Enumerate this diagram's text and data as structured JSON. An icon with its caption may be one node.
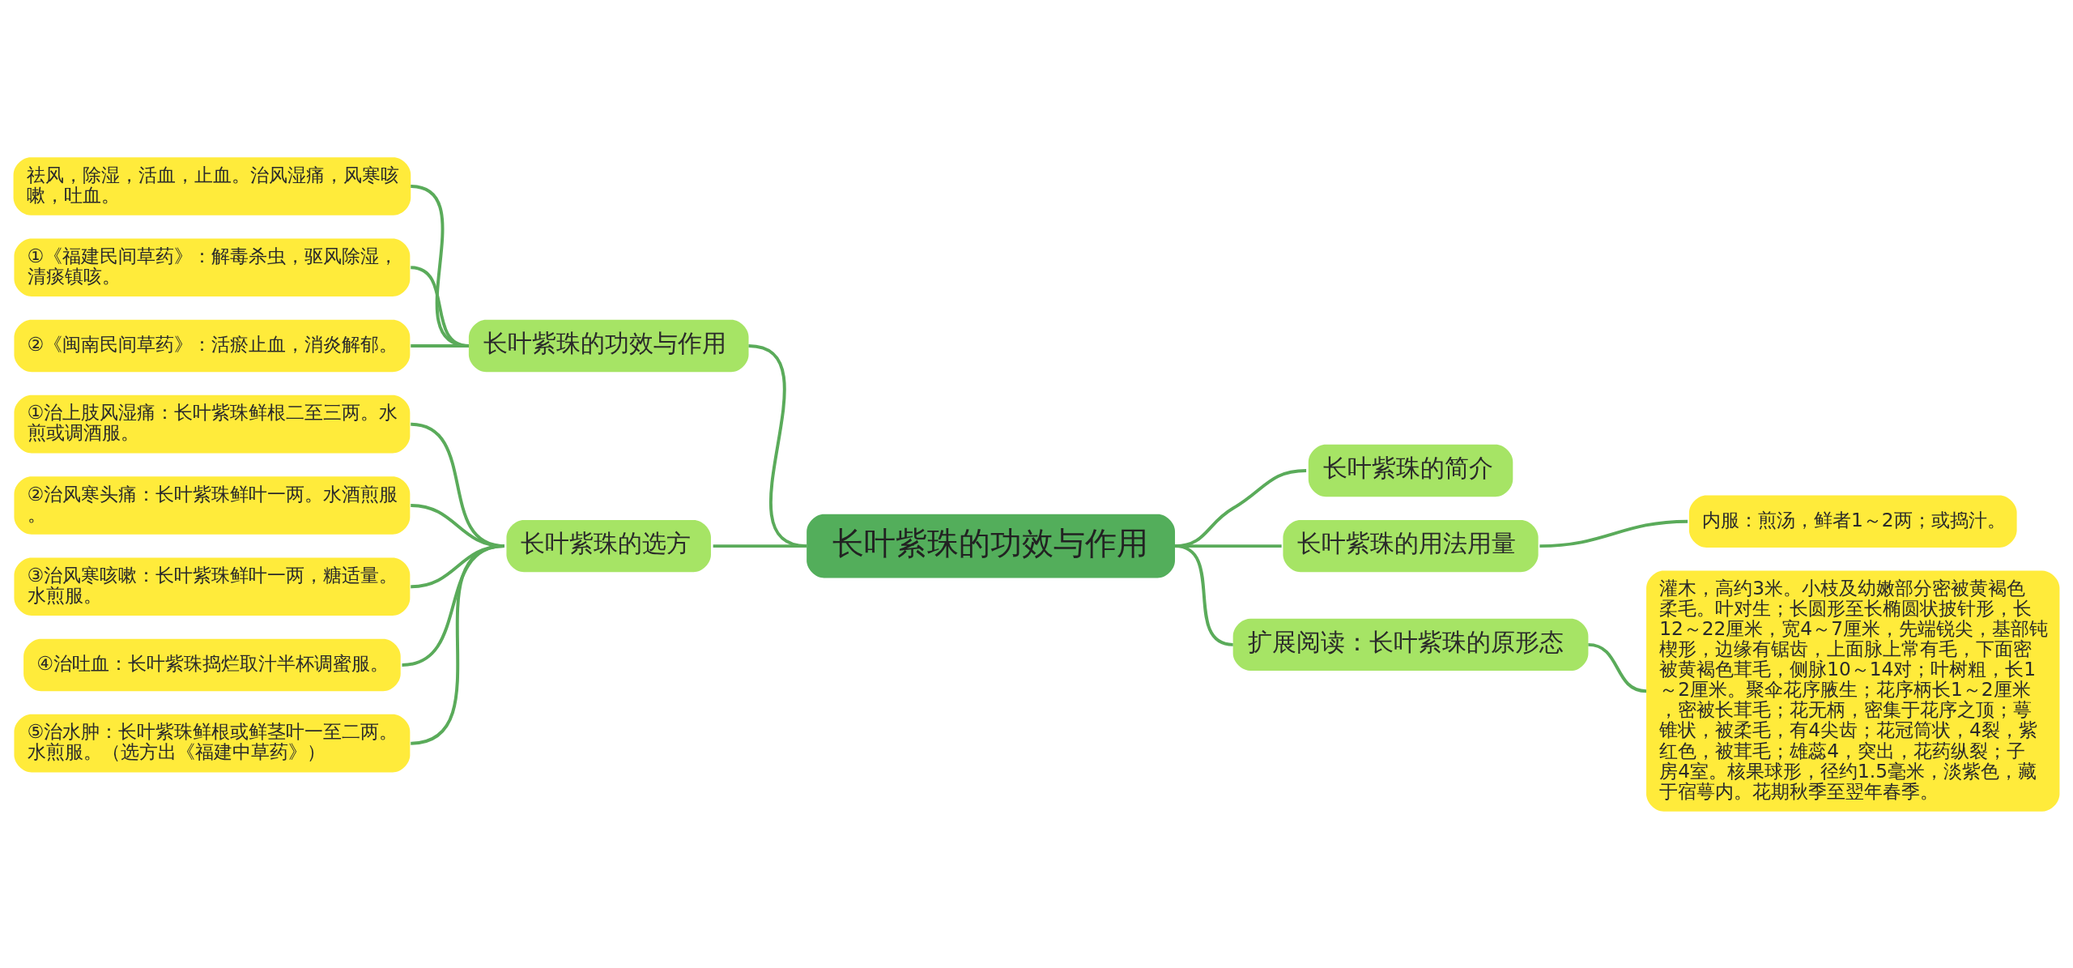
{
  "diagram": {
    "nodes": [
      {
        "text": [
          "长叶紫珠的功效与作用"
        ]
      },
      {
        "text": [
          "长叶紫珠的功效与作用"
        ]
      },
      {
        "text": [
          "祛风，除湿，活血，止血。治风湿痛，风寒咳嗽，吐血。"
        ]
      },
      {
        "text": [
          "①《福建民间草药》：解毒杀虫，驱风除湿，清痰镇咳。"
        ]
      },
      {
        "text": [
          "②《闽南民间草药》：活瘀止血，消炎解郁。"
        ]
      },
      {
        "text": [
          "长叶紫珠的选方"
        ]
      },
      {
        "text": [
          "①治上肢风湿痛：长叶紫珠鲜根二至三两。水煎或调酒服。"
        ]
      },
      {
        "text": [
          "②治风寒头痛：长叶紫珠鲜叶一两。水酒煎服。"
        ]
      },
      {
        "text": [
          "③治风寒咳嗽：长叶紫珠鲜叶一两，糖适量。水煎服。"
        ]
      },
      {
        "text": [
          "④治吐血：长叶紫珠捣烂取汁半杯调蜜服。"
        ]
      },
      {
        "text": [
          "⑤治水肿：长叶紫珠鲜根或鲜茎叶一至二两。水煎服。（选方出《福建中草药》）"
        ]
      },
      {
        "text": [
          "长叶紫珠的简介"
        ]
      },
      {
        "text": [
          "长叶紫珠的用法用量"
        ]
      },
      {
        "text": [
          "内服：煎汤，鲜者1～2两；或捣汁。"
        ]
      },
      {
        "text": [
          "扩展阅读：长叶紫珠的原形态"
        ]
      },
      {
        "text": [
          "灌木，高约3米。小枝及幼嫩部分密被黄褐色柔毛。叶对生；长圆形至长椭圆状披针形，长12～22厘米，宽4～7厘米，先端锐尖，基部钝楔形，边缘有锯齿，上面脉上常有毛，下面密被黄褐色茸毛，侧脉10～14对；叶树粗，长1～2厘米。聚伞花序腋生；花序柄长1～2厘米，密被长茸毛；花无柄，密集于花序之顶；萼锥状，被柔毛，有4尖齿；花冠筒状，4裂，紫红色，被茸毛；雄蕊4，突出，花药纵裂；子房4室。核果球形，径约1.5毫米，淡紫色，藏于宿萼内。花期秋季至翌年春季。"
        ]
      }
    ],
    "edges": [
      {
        "from": 0,
        "to": 1,
        "arrow": "none"
      },
      {
        "from": 1,
        "to": 2,
        "arrow": "none"
      },
      {
        "from": 1,
        "to": 3,
        "arrow": "none"
      },
      {
        "from": 1,
        "to": 4,
        "arrow": "none"
      },
      {
        "from": 0,
        "to": 5,
        "arrow": "none"
      },
      {
        "from": 5,
        "to": 6,
        "arrow": "none"
      },
      {
        "from": 5,
        "to": 7,
        "arrow": "none"
      },
      {
        "from": 5,
        "to": 8,
        "arrow": "none"
      },
      {
        "from": 5,
        "to": 9,
        "arrow": "none"
      },
      {
        "from": 5,
        "to": 10,
        "arrow": "none"
      },
      {
        "from": 0,
        "to": 11,
        "arrow": "none"
      },
      {
        "from": 0,
        "to": 12,
        "arrow": "none"
      },
      {
        "from": 12,
        "to": 13,
        "arrow": "none"
      },
      {
        "from": 0,
        "to": 14,
        "arrow": "none"
      },
      {
        "from": 14,
        "to": 15,
        "arrow": "none"
      }
    ]
  }
}
